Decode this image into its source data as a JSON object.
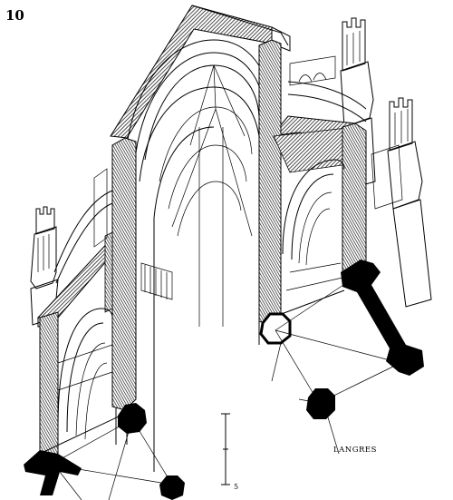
{
  "figure": {
    "number": "10",
    "place_label": "LANGRES",
    "scale_label": "5"
  },
  "colors": {
    "ink": "#000000",
    "paper": "#ffffff",
    "hatch": "#555555"
  }
}
